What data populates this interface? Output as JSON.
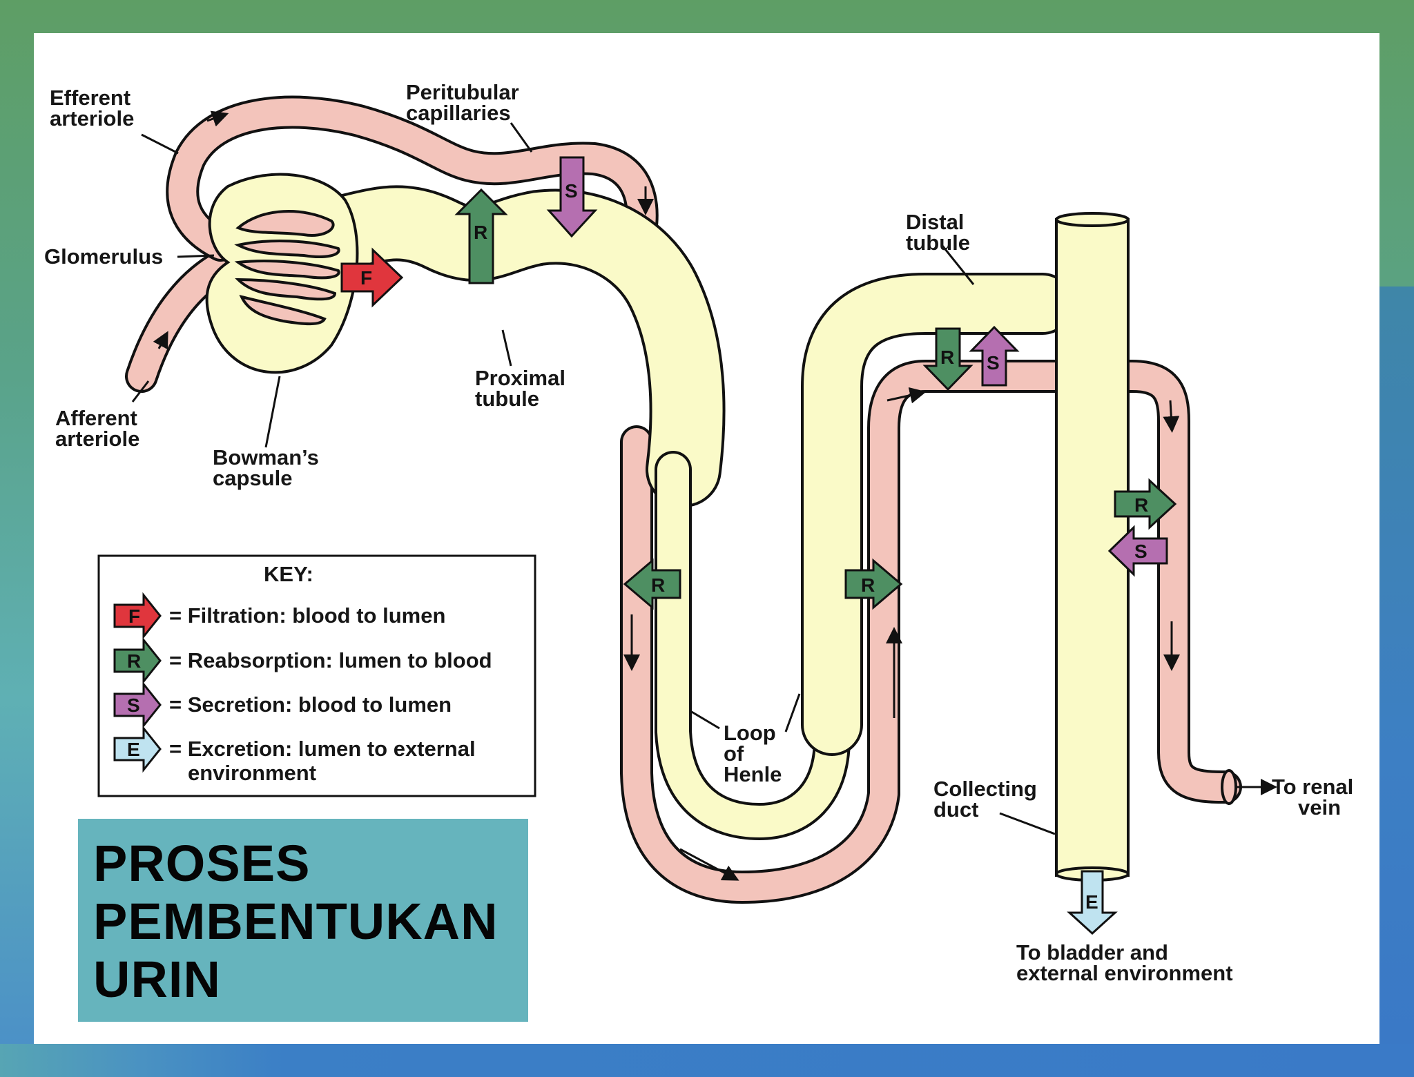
{
  "labels": {
    "efferent_arteriole": [
      "Efferent",
      "arteriole"
    ],
    "peritubular_capillaries": [
      "Peritubular",
      "capillaries"
    ],
    "glomerulus": "Glomerulus",
    "afferent_arteriole": [
      "Afferent",
      "arteriole"
    ],
    "bowmans_capsule": [
      "Bowman’s",
      "capsule"
    ],
    "proximal_tubule": [
      "Proximal",
      "tubule"
    ],
    "distal_tubule": [
      "Distal",
      "tubule"
    ],
    "loop_of_henle": [
      "Loop",
      "of",
      "Henle"
    ],
    "collecting_duct": [
      "Collecting",
      "duct"
    ],
    "to_renal_vein": [
      "To renal",
      "vein"
    ],
    "to_bladder": [
      "To bladder and",
      "external environment"
    ]
  },
  "markers": {
    "filtration": "F",
    "reabsorption": "R",
    "secretion": "S",
    "excretion": "E"
  },
  "key": {
    "title": "KEY:",
    "filtration": "= Filtration: blood to lumen",
    "reabsorption": "= Reabsorption: lumen to blood",
    "secretion": "= Secretion: blood to lumen",
    "excretion_line1": "= Excretion: lumen to external",
    "excretion_line2": "environment"
  },
  "title": {
    "line1": "PROSES",
    "line2": "PEMBENTUKAN",
    "line3": "URIN"
  },
  "colors": {
    "filtration": "#e0363d",
    "reabsorption": "#4e8f62",
    "secretion": "#b56fb0",
    "excretion": "#bfe3f0",
    "blood_vessel": "#f3c4bb",
    "tubule": "#fafac8",
    "title_box": "#66b4bd"
  }
}
